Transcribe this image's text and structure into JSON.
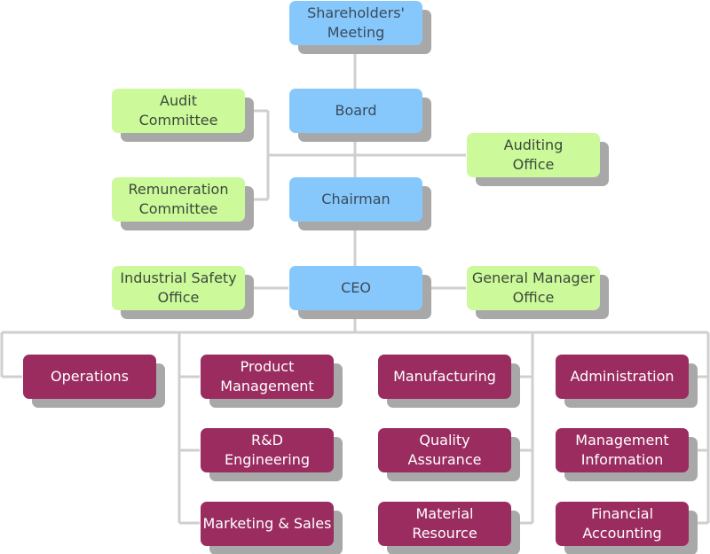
{
  "top": {
    "shareholders": "Shareholders'\nMeeting",
    "board": "Board",
    "chairman": "Chairman",
    "ceo": "CEO"
  },
  "advisory": {
    "audit_committee": "Audit\nCommittee",
    "remuneration_committee": "Remuneration\nCommittee",
    "auditing_office": "Auditing\nOffice",
    "industrial_safety_office": "Industrial Safety\nOffice",
    "general_manager_office": "General Manager\nOffice"
  },
  "departments": {
    "operations": "Operations",
    "product_management": "Product\nManagement",
    "rd_engineering": "R&D\nEngineering",
    "marketing_sales": "Marketing & Sales",
    "manufacturing": "Manufacturing",
    "quality_assurance": "Quality\nAssurance",
    "material_resource": "Material\nResource",
    "administration": "Administration",
    "management_information": "Management\nInformation",
    "financial_accounting": "Financial\nAccounting"
  },
  "colors": {
    "executive": "#87c8fc",
    "advisory": "#ccf99a",
    "department": "#9a2c60",
    "connector": "#cfcfcf",
    "shadow": "#a8a8a8"
  }
}
